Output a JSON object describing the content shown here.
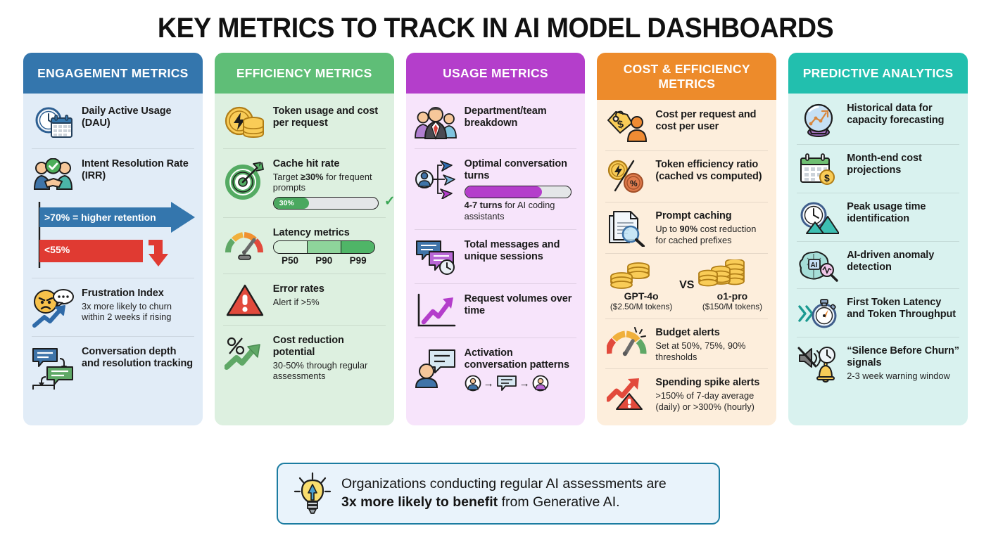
{
  "title": "KEY METRICS TO TRACK IN AI MODEL DASHBOARDS",
  "columns": [
    {
      "id": "engagement",
      "header": "ENGAGEMENT METRICS",
      "header_color": "#3476ad",
      "body_color": "#e1ecf7",
      "items": [
        {
          "icon": "clock-calendar-icon",
          "title": "Daily Active Usage (DAU)",
          "sub": ""
        },
        {
          "icon": "handshake-check-icon",
          "title": "Intent Resolution Rate (IRR)",
          "sub": ""
        },
        {
          "icon": "retention-arrows",
          "title": "",
          "sub": "",
          "arrow_up_label": ">70% = higher retention",
          "arrow_down_label": "<55%"
        },
        {
          "icon": "frustration-face-icon",
          "title": "Frustration Index",
          "sub": "3x more likely to churn within 2 weeks if rising"
        },
        {
          "icon": "chat-bubbles-icon",
          "title": "Conversation depth and resolution tracking",
          "sub": ""
        }
      ]
    },
    {
      "id": "efficiency",
      "header": "EFFICIENCY METRICS",
      "header_color": "#5fbe77",
      "body_color": "#ddf0e0",
      "items": [
        {
          "icon": "coin-bolt-icon",
          "title": "Token usage and cost per request",
          "sub": ""
        },
        {
          "icon": "target-arrow-icon",
          "title": "Cache hit rate",
          "sub_pre": "Target ",
          "sub_bold": "≥30%",
          "sub_post": " for frequent prompts",
          "progress_label": "30%",
          "progress_percent": 30,
          "progress_color": "#4aa85f",
          "check": "✓"
        },
        {
          "icon": "speedometer-icon",
          "title": "Latency metrics",
          "segments": [
            "P50",
            "P90",
            "P99"
          ],
          "segment_colors": [
            "#d9f0dc",
            "#8ed49b",
            "#4fb567"
          ]
        },
        {
          "icon": "warning-triangle-icon",
          "title": "Error rates",
          "sub": "Alert if >5%"
        },
        {
          "icon": "percent-uparrow-icon",
          "title": "Cost reduction potential",
          "sub": "30-50% through regular assessments"
        }
      ]
    },
    {
      "id": "usage",
      "header": "USAGE METRICS",
      "header_color": "#b43ecb",
      "body_color": "#f7e4fb",
      "items": [
        {
          "icon": "people-group-icon",
          "title": "Department/team breakdown",
          "sub": ""
        },
        {
          "icon": "user-branch-arrows-icon",
          "title": "Optimal conversation turns",
          "sub_bold": "4-7 turns",
          "sub_post": " for AI coding assistants",
          "progress_percent": 73,
          "progress_color": "#b43ecb"
        },
        {
          "icon": "messages-clock-icon",
          "title": "Total messages and unique sessions",
          "sub": ""
        },
        {
          "icon": "line-chart-up-icon",
          "title": "Request volumes over time",
          "sub": ""
        },
        {
          "icon": "user-chat-icon",
          "title": "Activation conversation patterns",
          "sub": "",
          "chain": [
            "user-avatar-icon",
            "arrow-right-icon",
            "chat-bubble-icon",
            "arrow-right-icon",
            "user-avatar-icon"
          ]
        }
      ]
    },
    {
      "id": "cost",
      "header": "COST & EFFICIENCY METRICS",
      "header_color": "#ed8b2b",
      "body_color": "#fdeedc",
      "items": [
        {
          "icon": "price-tag-user-icon",
          "title": "Cost per request and cost per user",
          "sub": ""
        },
        {
          "icon": "coin-percent-ratio-icon",
          "title": "Token efficiency ratio (cached vs computed)",
          "sub": ""
        },
        {
          "icon": "document-magnifier-icon",
          "title": "Prompt caching",
          "sub_pre": "Up to ",
          "sub_bold": "90%",
          "sub_post": " cost reduction for cached prefixes"
        },
        {
          "icon": "coin-stacks-compare",
          "vs_word": "VS",
          "left_name": "GPT-4o",
          "left_price": "($2.50/M tokens)",
          "right_name": "o1-pro",
          "right_price": "($150/M tokens)"
        },
        {
          "icon": "budget-gauge-icon",
          "title": "Budget alerts",
          "sub": "Set at 50%, 75%, 90% thresholds"
        },
        {
          "icon": "spike-alert-icon",
          "title": "Spending spike alerts",
          "sub": ">150% of 7-day average (daily) or >300% (hourly)"
        }
      ]
    },
    {
      "id": "predictive",
      "header": "PREDICTIVE ANALYTICS",
      "header_color": "#22bfae",
      "body_color": "#d9f2ef",
      "items": [
        {
          "icon": "crystal-ball-icon",
          "title": "Historical data for capacity forecasting",
          "sub": ""
        },
        {
          "icon": "calendar-dollar-icon",
          "title": "Month-end cost projections",
          "sub": ""
        },
        {
          "icon": "clock-mountain-icon",
          "title": "Peak usage time identification",
          "sub": ""
        },
        {
          "icon": "brain-magnifier-icon",
          "title": "AI-driven anomaly detection",
          "sub": ""
        },
        {
          "icon": "stopwatch-fast-icon",
          "title": "First Token Latency and Token Throughput",
          "sub": ""
        },
        {
          "icon": "mute-bell-clock-icon",
          "title": "“Silence Before Churn” signals",
          "sub": "2-3 week warning window"
        }
      ]
    }
  ],
  "callout": {
    "icon": "lightbulb-icon",
    "line1": "Organizations conducting regular AI assessments are",
    "bold": "3x more likely to benefit",
    "line2_tail": " from Generative AI."
  }
}
